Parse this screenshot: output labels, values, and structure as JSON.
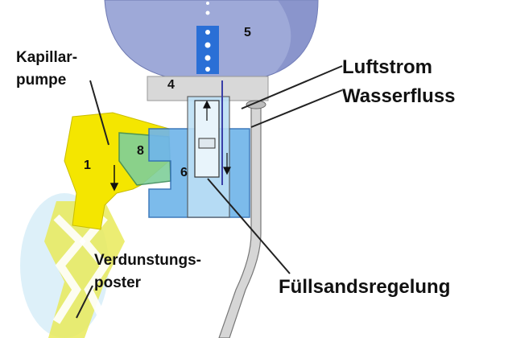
{
  "labels": {
    "kapillar": "Kapillar-",
    "pumpe": "pumpe",
    "luftstrom": "Luftstrom",
    "wasserfluss": "Wasserfluss",
    "verdunstungs": "Verdunstungs-",
    "poster": "poster",
    "fuellstand": "Füllsandsregelung"
  },
  "numbers": {
    "n1": "1",
    "n4": "4",
    "n5": "5",
    "n6": "6",
    "n8": "8"
  },
  "colors": {
    "bottle": "#9aa6d8",
    "reservoir": "#6fb4ea",
    "wick": "#f3e600",
    "tube": "#d8d8d8",
    "base": "#d9d9d9",
    "mist": "#bfe3f5"
  }
}
